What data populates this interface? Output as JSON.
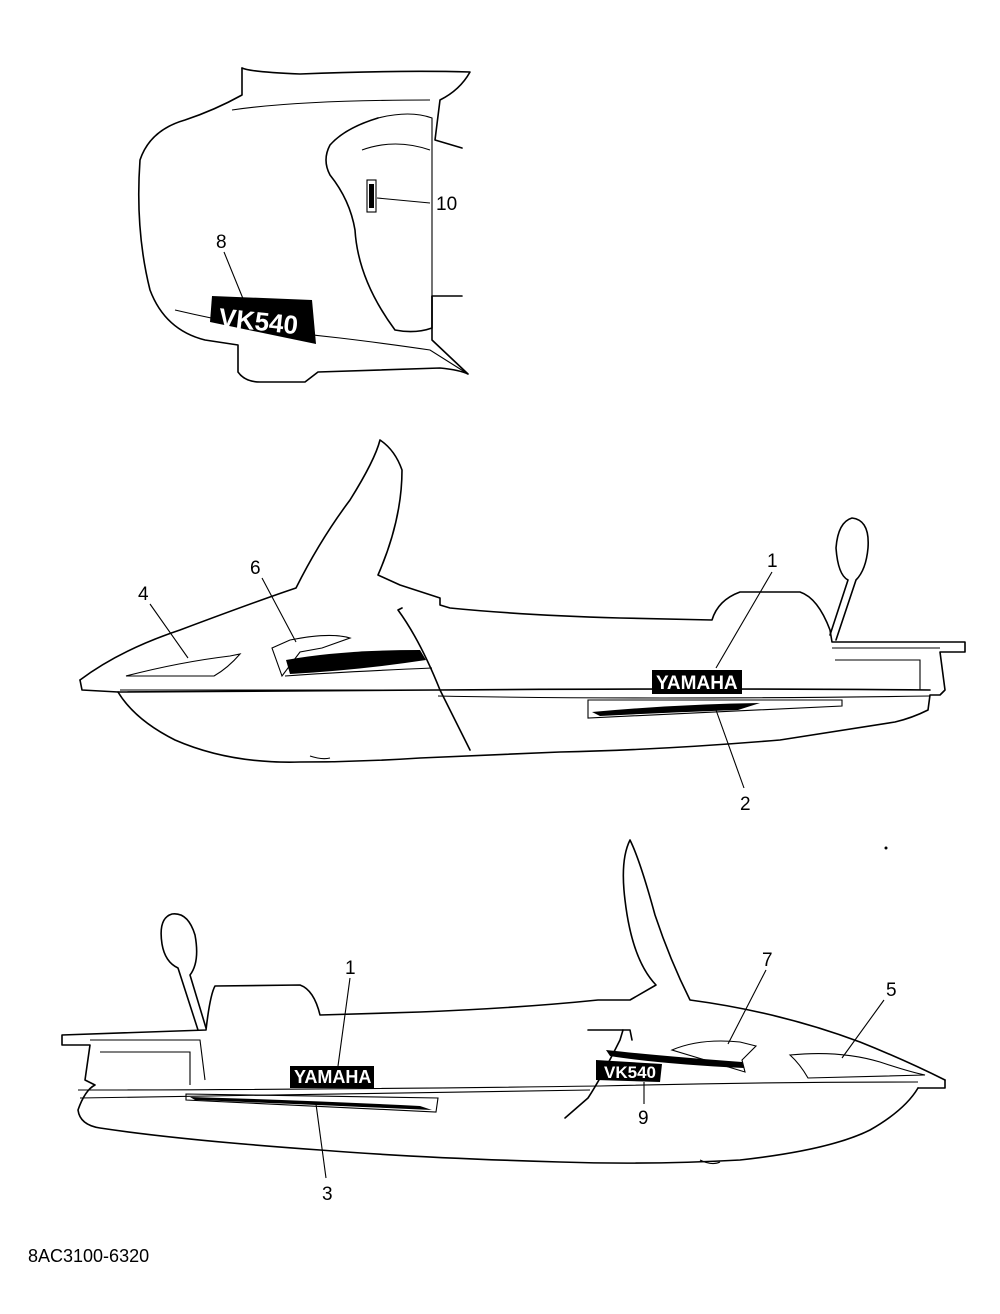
{
  "diagram": {
    "part_code": "8AC3100-6320",
    "callouts": [
      "1",
      "2",
      "3",
      "4",
      "5",
      "6",
      "7",
      "8",
      "9",
      "10"
    ],
    "decals": {
      "yamaha_text": "YAMAHA",
      "model_text": "VK540"
    }
  }
}
